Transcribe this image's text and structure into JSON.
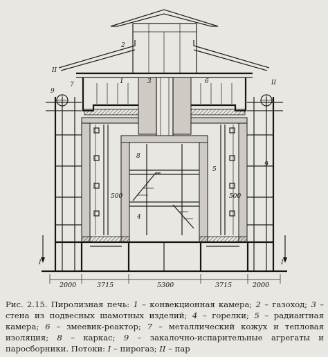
{
  "figure": {
    "labels": {
      "n1": "1",
      "n2": "2",
      "n3": "3",
      "n4": "4",
      "n5": "5",
      "n6": "6",
      "n7": "7",
      "n8": "8",
      "n9": "9",
      "flow_I": "I",
      "flow_II": "II",
      "dim_500": "500"
    },
    "dimensions": [
      "2000",
      "3715",
      "5300",
      "3715",
      "2000"
    ]
  },
  "caption": {
    "prefix": "Рис. 2.15. Пиролизная печь: ",
    "items": [
      {
        "num": "1",
        "text": " – конвекционная камера; "
      },
      {
        "num": "2",
        "text": " – газоход; "
      },
      {
        "num": "3",
        "text": " – стена из подвесных шамотных изделий; "
      },
      {
        "num": "4",
        "text": " – горелки; "
      },
      {
        "num": "5",
        "text": " – радиантная камера; "
      },
      {
        "num": "6",
        "text": " – змеевик-реактор; "
      },
      {
        "num": "7",
        "text": " – металлический кожух и тепловая изоляция; "
      },
      {
        "num": "8",
        "text": " – каркас; "
      },
      {
        "num": "9",
        "text": " – закалочно-испарительные агрегаты и паросборники. "
      }
    ],
    "flows_label": "Потоки: ",
    "flows": [
      {
        "num": "I",
        "text": " – пирогаз; "
      },
      {
        "num": "II",
        "text": " – пар"
      }
    ]
  }
}
